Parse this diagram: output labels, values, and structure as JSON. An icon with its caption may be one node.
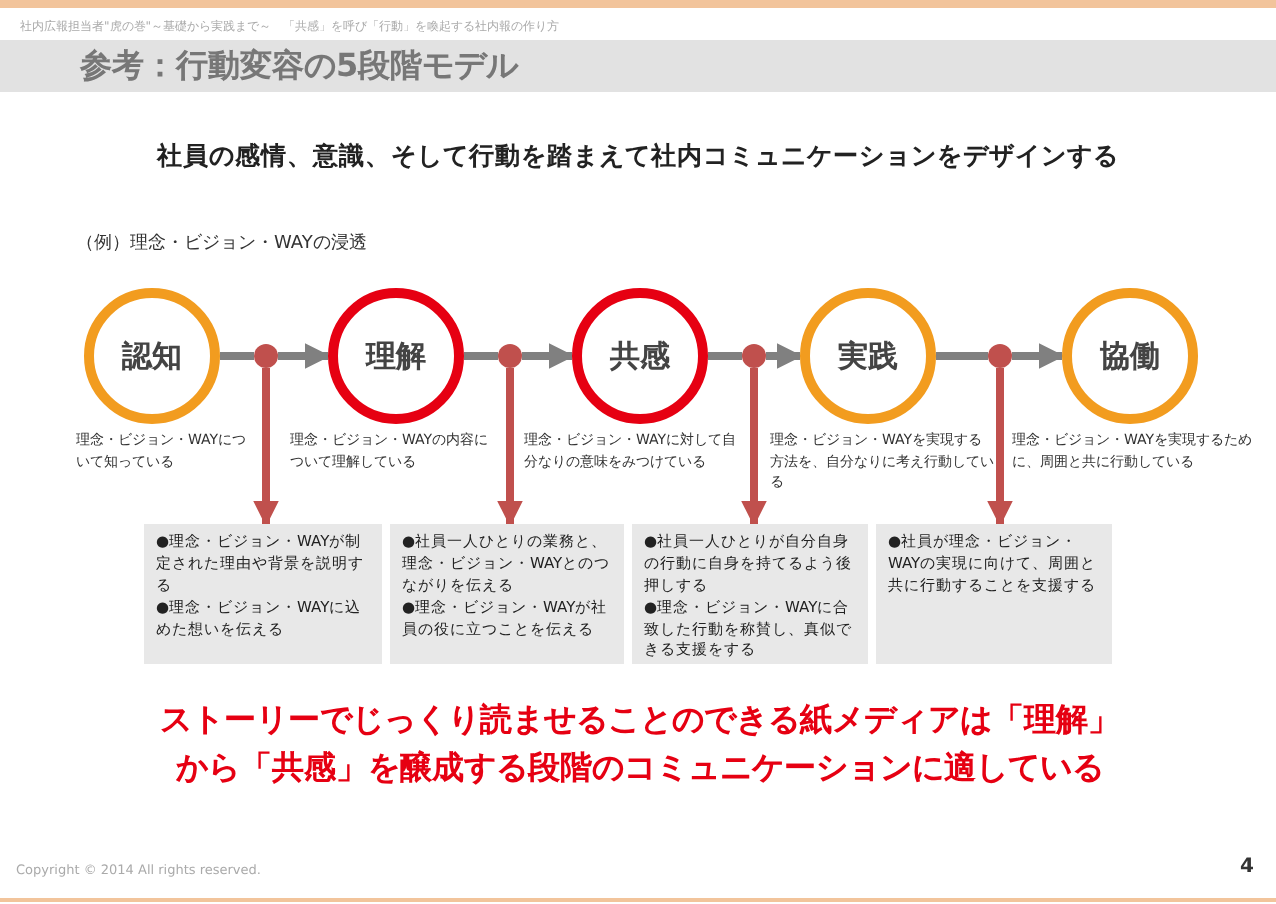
{
  "diagram": {
    "title": "参考：行動変容の5段階モデル",
    "nodes": [
      {
        "text": [
          "認知"
        ],
        "beside": [
          "理念・ビジョン・WAYについて知っている"
        ]
      },
      {
        "text": [
          "理解"
        ],
        "beside": [
          "理念・ビジョン・WAYの内容について理解している"
        ]
      },
      {
        "text": [
          "共感"
        ],
        "beside": [
          "理念・ビジョン・WAYに対して自分なりの意味をみつけている"
        ]
      },
      {
        "text": [
          "実践"
        ],
        "beside": [
          "理念・ビジョン・WAYを実現する方法を、自分なりに考え行動している"
        ]
      },
      {
        "text": [
          "協働"
        ],
        "beside": [
          "理念・ビジョン・WAYを実現するために、周囲と共に行動している"
        ]
      },
      {
        "text": [],
        "shape": "circle"
      },
      {
        "text": [],
        "shape": "circle"
      },
      {
        "text": [],
        "shape": "circle"
      },
      {
        "text": [],
        "shape": "circle"
      },
      {
        "text": [
          "●理念・ビジョン・WAYが制定された理由や背景を説明する",
          "●理念・ビジョン・WAYに込めた想いを伝える"
        ]
      },
      {
        "text": [
          "●社員一人ひとりの業務と、理念・ビジョン・WAYとのつながりを伝える",
          "●理念・ビジョン・WAYが社員の役に立つことを伝える"
        ]
      },
      {
        "text": [
          "●社員一人ひとりが自分自身の行動に自身を持てるよう後押しする",
          "●理念・ビジョン・WAYに合致した行動を称賛し、真似できる支援をする"
        ]
      },
      {
        "text": [
          "●社員が理念・ビジョン・WAYの実現に向けて、周囲と共に行動することを支援する"
        ]
      }
    ],
    "edges": [
      {
        "from": 0,
        "to": 5,
        "arrow": "none"
      },
      {
        "from": 5,
        "to": 1,
        "arrow": "to"
      },
      {
        "from": 1,
        "to": 6,
        "arrow": "none"
      },
      {
        "from": 6,
        "to": 2,
        "arrow": "to"
      },
      {
        "from": 2,
        "to": 7,
        "arrow": "none"
      },
      {
        "from": 7,
        "to": 3,
        "arrow": "to"
      },
      {
        "from": 3,
        "to": 8,
        "arrow": "none"
      },
      {
        "from": 8,
        "to": 4,
        "arrow": "to"
      },
      {
        "from": 5,
        "to": 9,
        "arrow": "to",
        "color": "#c0504d"
      },
      {
        "from": 6,
        "to": 10,
        "arrow": "to",
        "color": "#c0504d"
      },
      {
        "from": 7,
        "to": 11,
        "arrow": "to",
        "color": "#c0504d"
      },
      {
        "from": 8,
        "to": 12,
        "arrow": "to",
        "color": "#c0504d"
      }
    ],
    "labels": [
      "社内広報担当者\"虎の巻\"～基礎から実践まで～　「共感」を呼び「行動」を喚起する社内報の作り方",
      "社員の感情、意識、そして行動を踏まえて社内コミュニケーションをデザインする",
      "（例）理念・ビジョン・WAYの浸透",
      "ストーリーでじっくり読ませることのできる紙メディアは「理解」から「共感」を醸成する段階のコミュニケーションに適している",
      "Copyright © 2014 All rights reserved.",
      "4"
    ]
  }
}
